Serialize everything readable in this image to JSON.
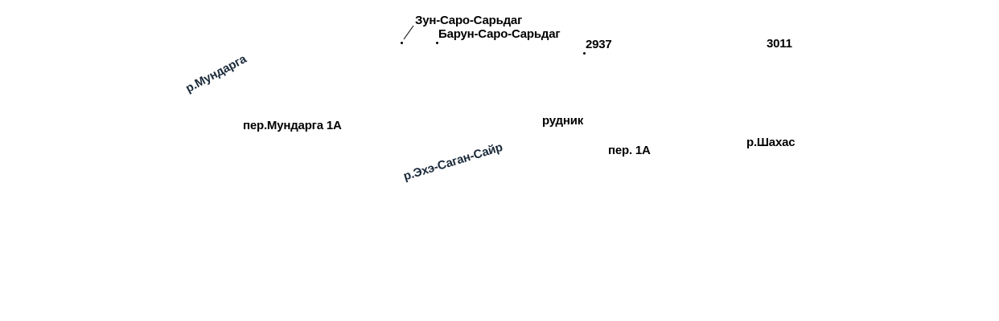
{
  "map": {
    "labels": {
      "zun_saro_sardag": "Зун-Саро-Сарьдаг",
      "barun_saro_sardag": "Барун-Саро-Сарьдаг",
      "peak_2937": "2937",
      "peak_3011": "3011",
      "river_mundarga": "р.Мундарга",
      "pass_mundarga_1a": "пер.Мундарга 1А",
      "mine": "рудник",
      "river_ekhe_sagan_sair": "р.Эхэ-Саган-Сайр",
      "pass_1a": "пер. 1А",
      "river_shakhas": "р.Шахас"
    },
    "colors": {
      "background": "#ffffff",
      "label_text": "#000000",
      "river_text": "#1b2a3a",
      "halo": "#ffffff"
    }
  }
}
